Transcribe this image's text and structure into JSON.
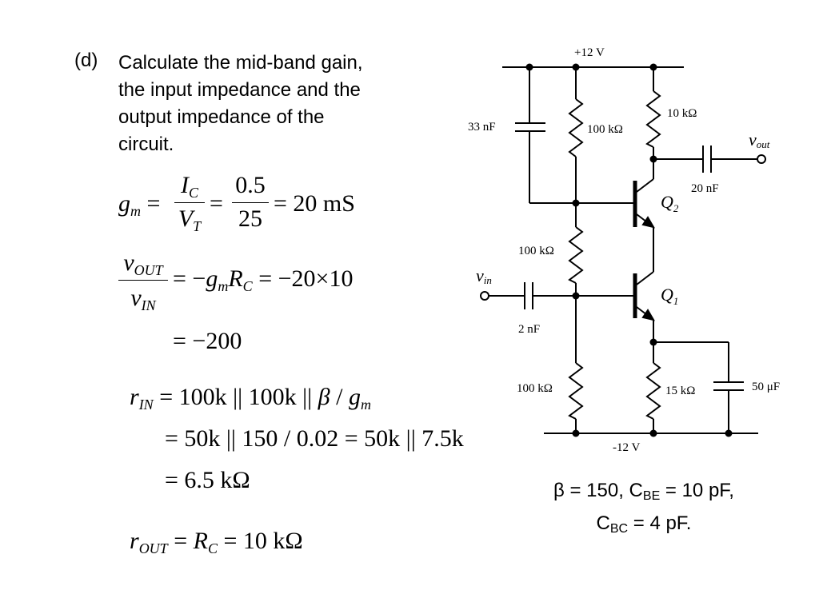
{
  "question": {
    "label": "(d)",
    "lines": [
      "Calculate the mid-band gain,",
      "the input impedance and the",
      "output impedance of the",
      "circuit."
    ]
  },
  "equations": {
    "gm": {
      "lhs": "g",
      "lhs_sub": "m",
      "eq": "=",
      "frac1_num": "I",
      "frac1_num_sub": "C",
      "frac1_den": "V",
      "frac1_den_sub": "T",
      "eq2": "=",
      "frac2_num": "0.5",
      "frac2_den": "25",
      "result": "= 20 mS"
    },
    "gain": {
      "num": "v",
      "num_sub": "OUT",
      "den": "v",
      "den_sub": "IN",
      "rhs_prefix": "= −",
      "g": "g",
      "g_sub": "m",
      "R": "R",
      "R_sub": "C",
      "rhs_result": " = −20×10",
      "line2": "= −200"
    },
    "rin": {
      "lhs": "r",
      "lhs_sub": "IN",
      "rhs": "= 100k || 100k || ",
      "beta": "β",
      "slash": " / ",
      "g": "g",
      "g_sub": "m",
      "line2": "= 50k || 150 / 0.02 = 50k || 7.5k",
      "line3": "= 6.5 kΩ"
    },
    "rout": {
      "lhs": "r",
      "lhs_sub": "OUT",
      "eq": " = ",
      "R": "R",
      "R_sub": "C",
      "rhs": " = 10 kΩ"
    }
  },
  "params": {
    "beta_text": "β = 150, C",
    "cbe_sub": "BE",
    "cbe_val": " = 10 pF,",
    "cbc_c": "C",
    "cbc_sub": "BC",
    "cbc_val": " = 4 pF."
  },
  "circuit": {
    "vcc": "+12 V",
    "vee": "-12 V",
    "c_top": "33 nF",
    "r_top_bias": "100 kΩ",
    "r_collector": "10 kΩ",
    "v_out": "v",
    "v_out_sub": "out",
    "c_out": "20 nF",
    "q2": "Q",
    "q2_sub": "2",
    "r_mid_bias": "100 kΩ",
    "v_in": "v",
    "v_in_sub": "in",
    "c_in": "2 nF",
    "q1": "Q",
    "q1_sub": "1",
    "r_bot_bias": "100 kΩ",
    "r_emitter": "15 kΩ",
    "c_emitter": "50 μF"
  }
}
